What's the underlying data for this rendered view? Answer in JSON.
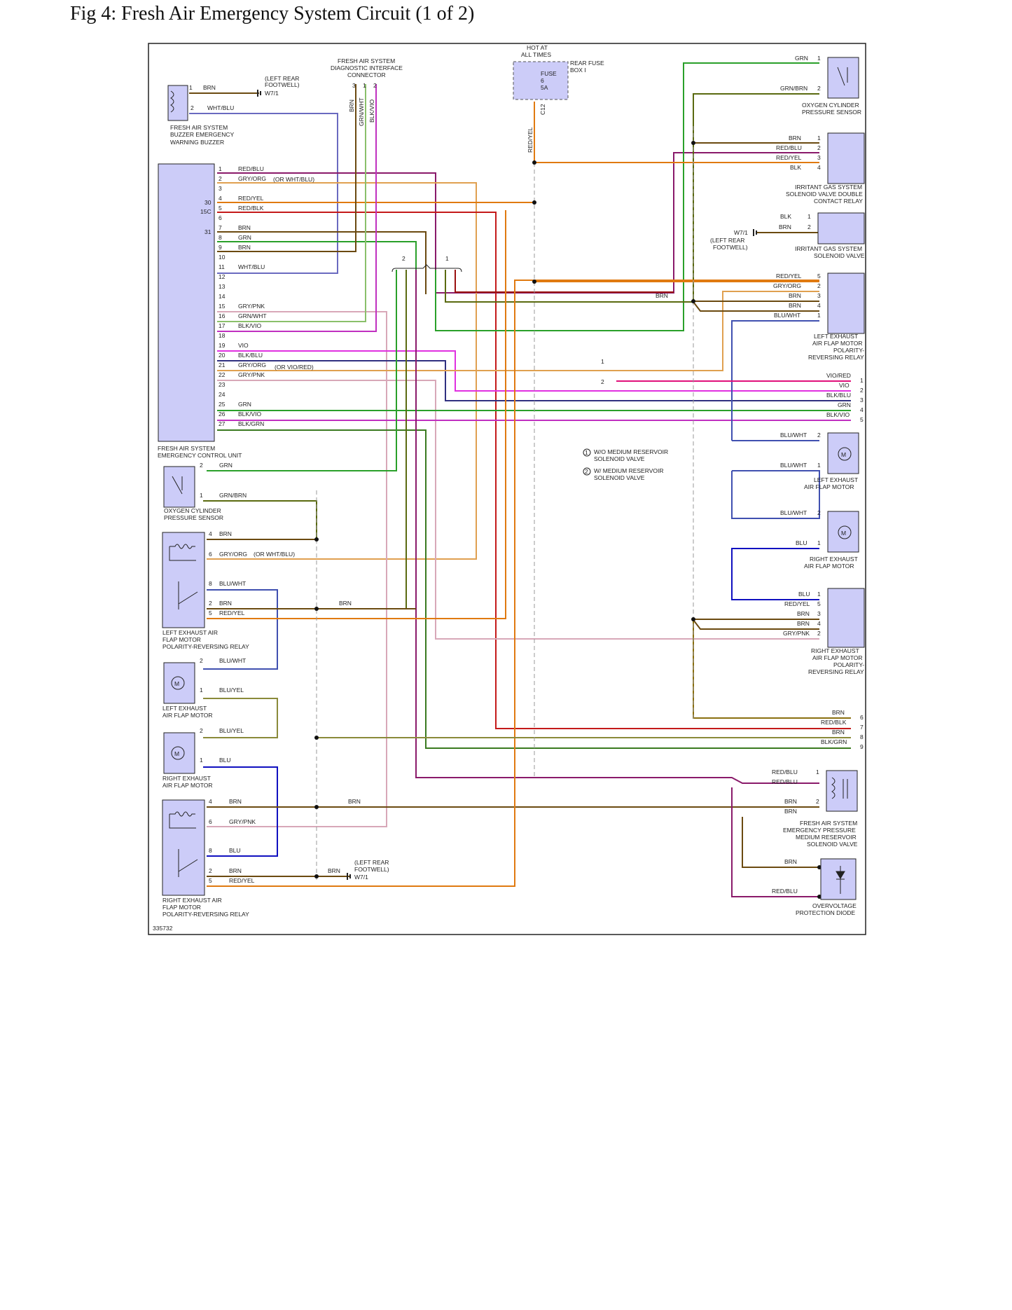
{
  "title": "Fig 4: Fresh Air Emergency System Circuit (1 of 2)",
  "figure_id": "335732",
  "colors": {
    "BRN": "#6b4a10",
    "GRN": "#2aa02a",
    "RED": "#c41a1a",
    "REDBLU": "#8a1a6a",
    "REDYEL": "#e07a10",
    "REDBLK": "#9a1010",
    "GRYORG": "#e0a050",
    "GRYPNK": "#d8a8b8",
    "WHTBLU": "#6a6ac0",
    "GRNBRN": "#5a6a10",
    "GRNWHT": "#8ac06a",
    "BLKVIO": "#c030c0",
    "VIO": "#e030e0",
    "BLKBLU": "#303080",
    "BLKGRN": "#3a7a20",
    "BLUWHT": "#4050b0",
    "BLU": "#1010c0",
    "BLUYEL": "#8a8a3a",
    "VIORED": "#e0107a",
    "OLIVE": "#8a7010",
    "COMP_FILL": "#ccccf8"
  },
  "header": {
    "hot_at": "HOT AT",
    "all_times": "ALL TIMES",
    "fuse_box_1": "REAR FUSE",
    "fuse_box_2": "BOX I",
    "fuse": "FUSE",
    "fuse_num": "6",
    "fuse_amp": "5A",
    "c12": "C12",
    "diag_1": "FRESH AIR SYSTEM",
    "diag_2": "DIAGNOSTIC INTERFACE",
    "diag_3": "CONNECTOR",
    "ground_1": "(LEFT REAR",
    "ground_2": "FOOTWELL)",
    "ground_id": "W7/1"
  },
  "components": {
    "buzzer": [
      "FRESH AIR SYSTEM",
      "BUZZER EMERGENCY",
      "WARNING BUZZER"
    ],
    "ecu": [
      "FRESH AIR SYSTEM",
      "EMERGENCY CONTROL UNIT"
    ],
    "o2_left": [
      "OXYGEN CYLINDER",
      "PRESSURE SENSOR"
    ],
    "left_relay": [
      "LEFT EXHAUST AIR",
      "FLAP MOTOR",
      "POLARITY-REVERSING RELAY"
    ],
    "left_motor": [
      "LEFT EXHAUST",
      "AIR FLAP MOTOR"
    ],
    "right_motor": [
      "RIGHT EXHAUST",
      "AIR FLAP MOTOR"
    ],
    "right_relay": [
      "RIGHT EXHAUST AIR",
      "FLAP MOTOR",
      "POLARITY-REVERSING RELAY"
    ],
    "o2_right": [
      "OXYGEN CYLINDER",
      "PRESSURE SENSOR"
    ],
    "irr_relay": [
      "IRRITANT GAS SYSTEM",
      "SOLENOID VALVE DOUBLE",
      "CONTACT RELAY"
    ],
    "irr_valve": [
      "IRRITANT GAS SYSTEM",
      "SOLENOID VALVE"
    ],
    "r_left_relay": [
      "LEFT EXHAUST",
      "AIR FLAP MOTOR",
      "POLARITY-",
      "REVERSING RELAY"
    ],
    "r_left_motor": [
      "LEFT EXHAUST",
      "AIR FLAP MOTOR"
    ],
    "r_right_motor": [
      "RIGHT EXHAUST",
      "AIR FLAP MOTOR"
    ],
    "r_right_relay": [
      "RIGHT EXHAUST",
      "AIR FLAP MOTOR",
      "POLARITY-",
      "REVERSING RELAY"
    ],
    "med_valve": [
      "FRESH AIR SYSTEM",
      "EMERGENCY PRESSURE",
      "MEDIUM RESERVOIR",
      "SOLENOID VALVE"
    ],
    "diode": [
      "OVERVOLTAGE",
      "PROTECTION DIODE"
    ]
  },
  "legend": {
    "n1": "1",
    "n2": "2",
    "l1a": "W/O MEDIUM RESERVOIR",
    "l1b": "SOLENOID VALVE",
    "l2a": "W/ MEDIUM RESERVOIR",
    "l2b": "SOLENOID VALVE"
  },
  "ecu_side": {
    "v30": "30",
    "v15c": "15C",
    "v31": "31",
    "or_wht_blu": "(OR WHT/BLU)",
    "or_vio_red": "(OR VIO/RED)"
  },
  "ecu_pins": [
    {
      "n": "1",
      "c": "RED/BLU"
    },
    {
      "n": "2",
      "c": "GRY/ORG"
    },
    {
      "n": "3",
      "c": ""
    },
    {
      "n": "4",
      "c": "RED/YEL"
    },
    {
      "n": "5",
      "c": "RED/BLK"
    },
    {
      "n": "6",
      "c": ""
    },
    {
      "n": "7",
      "c": "BRN"
    },
    {
      "n": "8",
      "c": "GRN"
    },
    {
      "n": "9",
      "c": "BRN"
    },
    {
      "n": "10",
      "c": ""
    },
    {
      "n": "11",
      "c": "WHT/BLU"
    },
    {
      "n": "12",
      "c": ""
    },
    {
      "n": "13",
      "c": ""
    },
    {
      "n": "14",
      "c": ""
    },
    {
      "n": "15",
      "c": "GRY/PNK"
    },
    {
      "n": "16",
      "c": "GRN/WHT"
    },
    {
      "n": "17",
      "c": "BLK/VIO"
    },
    {
      "n": "18",
      "c": ""
    },
    {
      "n": "19",
      "c": "VIO"
    },
    {
      "n": "20",
      "c": "BLK/BLU"
    },
    {
      "n": "21",
      "c": "GRY/ORG"
    },
    {
      "n": "22",
      "c": "GRY/PNK"
    },
    {
      "n": "23",
      "c": ""
    },
    {
      "n": "24",
      "c": ""
    },
    {
      "n": "25",
      "c": "GRN"
    },
    {
      "n": "26",
      "c": "BLK/VIO"
    },
    {
      "n": "27",
      "c": "BLK/GRN"
    }
  ],
  "wire_labels": {
    "brn": "BRN",
    "grn": "GRN",
    "wht_blu": "WHT/BLU",
    "grn_brn": "GRN/BRN",
    "gry_org": "GRY/ORG",
    "blu_wht": "BLU/WHT",
    "red_yel": "RED/YEL",
    "blu_yel": "BLU/YEL",
    "blu": "BLU",
    "gry_pnk": "GRY/PNK",
    "red_blu": "RED/BLU",
    "blk": "BLK",
    "vio_red": "VIO/RED",
    "vio": "VIO",
    "blk_blu": "BLK/BLU",
    "blk_vio": "BLK/VIO",
    "red_blk": "RED/BLK",
    "blk_grn": "BLK/GRN",
    "grn_wht": "GRN/WHT"
  },
  "diag_pin_nums": [
    "3",
    "1",
    "2"
  ],
  "pin_nums": {
    "p1": "1",
    "p2": "2",
    "p3": "3",
    "p4": "4",
    "p5": "5",
    "p6": "6",
    "p7": "7",
    "p8": "8",
    "p9": "9"
  }
}
